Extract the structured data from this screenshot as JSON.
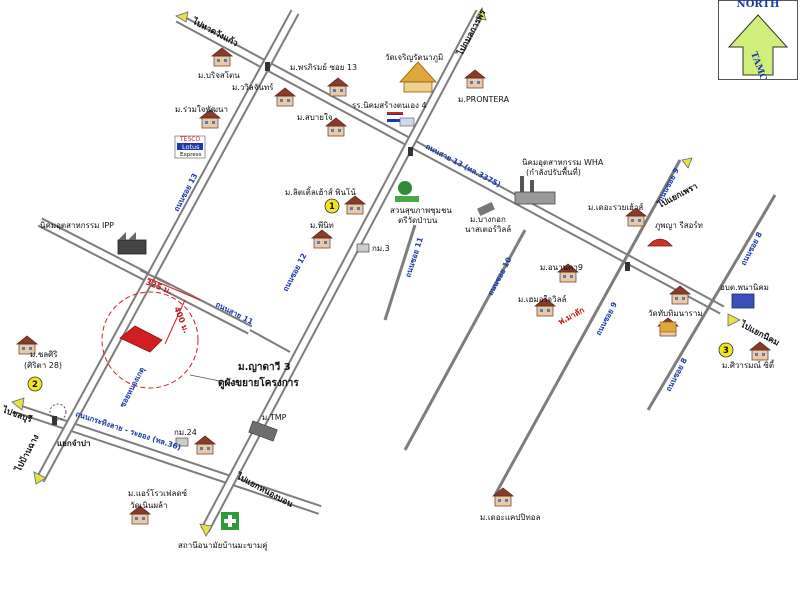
{
  "north": {
    "label": "NORTH",
    "sub": "TAMC"
  },
  "roads": {
    "hwy13": "ถนนสาย 13 (ทล.3375)",
    "hwy11": "ถนนสาย 11",
    "hwy36": "ถนนกระทิงลาย - ระยอง (ทล.36)",
    "soi13": "ถนนซอย 13",
    "soi12": "ถนนซอย 12",
    "soi11": "ถนนซอย 11",
    "soi10": "ถนนซอย 10",
    "soi9a": "ถนนซอย 9",
    "soi9b": "ถนนซอย 9",
    "soi8a": "ถนนซอย 8",
    "soi8b": "ถนนซอย 8",
    "nong_ket": "ซอยหนองเกตุ"
  },
  "directions": {
    "nw_top": "ไปหาดวังแก้ว",
    "n_top": "ไปกมลการพร",
    "ne": "ไปแยกเพรา",
    "e": "ไปแยกนิคม",
    "w": "ไปชลบุรี",
    "sw": "ไปบ้านฉาง",
    "s": "ไปแยกหนองบอน"
  },
  "places": {
    "bcsta": "ม.บริจสโตน",
    "wilachan": "ม.ววิลจันทร์",
    "porapirom": "ม.พรภิรมย์ ซอย 13",
    "wat_charoen": "วัดเจริญรัตนาภูมิ",
    "prontera": "ม.PRONTERA",
    "ruamjai": "ม.ร่วมใจพัฒนา",
    "lotus1": "TESCO",
    "lotus2": "Lotus",
    "lotus3": "Express",
    "sabaijai": "ม.สบายใจ",
    "school": "รร.นิคมสร้างตนเอง 4",
    "wha1": "นิคมอุตสาหกรรม WHA",
    "wha2": "(กำลังปรับพื้นที่)",
    "ipp": "นิคมอุตสาหกรรม IPP",
    "lt_village": "ม.ลิตเติ้ลเฮ้าส์ พินโน้",
    "park1": "สวนสุขภาพชุมชน",
    "park2": "ตรีวัดป่าบน",
    "bangkok_nesco1": "ม.บางกอก",
    "bangkok_nesco2": "นาสเตอร์วิลล์",
    "the_richhouse": "ม.เดอะรวยเฮ้าส์",
    "phuphaya": "ภูพญา รีสอร์ท",
    "phinit": "ม.พีนิท",
    "gm3": "กม.3",
    "anan": "ม.อนานคา9",
    "amalo": "ม.เฮมอใจวิลล์",
    "bang_rak": "ฟ.มาลัก",
    "wat_thap": "วัดทับทิมนาราม",
    "obt1": "อบต.พนานิคม",
    "sitthi": "ม.ศิวารมณ์ ซิตี้",
    "sankri1": "ม.ชลศิริ",
    "sankri2": "(ศิริตา 28)",
    "nayadee1": "ม.ญาดาวี 3",
    "nayadee2": "ดูผังขยายโครงการ",
    "tmp": "ม.TMP",
    "gm24": "กม.24",
    "yaek": "แยกจำปา",
    "airways": "ม.แอร์โรวเฟลดซ์",
    "wat_noen": "วัดเนินผล้า",
    "health": "สถานีอนามัยบ้านมะขามคู่",
    "decaparcel": "ม.เดอะแคปปิทอล",
    "dist1": "325 ม.",
    "dist2": "400 ม."
  },
  "markers": {
    "m1": "1",
    "m2": "2",
    "m3": "3"
  },
  "colors": {
    "road": "#7d7d7d",
    "road_label": "#1a3aa8",
    "arrow": "#e6e14a",
    "marker": "#f3e51e",
    "site": "#d11f1f",
    "north_arrow": "#cfee7a"
  }
}
